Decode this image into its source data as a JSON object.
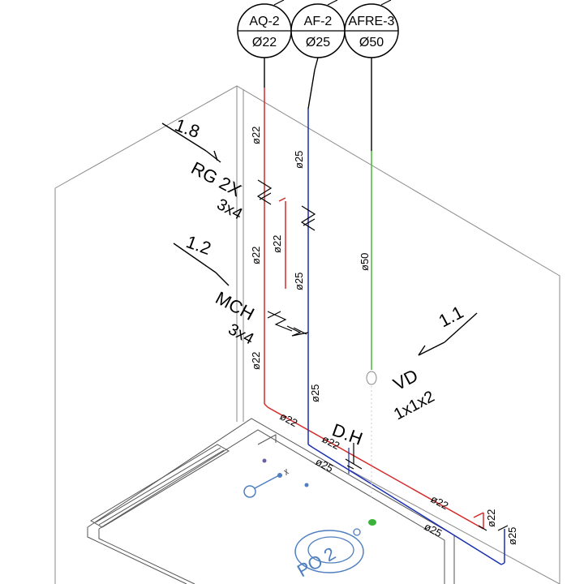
{
  "colors": {
    "hot": "#d42a2a",
    "cold": "#1a2fb0",
    "vent": "#4cc23a",
    "wall": "#8a8a8a",
    "fixture": "#4f7fbf",
    "ink": "#000000"
  },
  "columns": [
    {
      "name": "AQ-2",
      "diameter": "Ø22",
      "color": "hot"
    },
    {
      "name": "AF-2",
      "diameter": "Ø25",
      "color": "cold"
    },
    {
      "name": "AFRE-3",
      "diameter": "Ø50",
      "color": "vent"
    }
  ],
  "fixtures": {
    "rg": {
      "ref": "1.8",
      "name": "RG 2X",
      "size": "3x4"
    },
    "mch": {
      "ref": "1.2",
      "name": "MCH",
      "size": "3x4"
    },
    "vd": {
      "ref": "1.1",
      "name": "VD",
      "size": "1x1x2"
    },
    "dh": {
      "name": "D.H"
    }
  },
  "pipe_labels": {
    "hot_riser_top": "ø22",
    "hot_riser_mid": "ø22",
    "hot_riser_low": "ø22",
    "hot_branch": "ø22",
    "cold_riser_top": "ø25",
    "cold_riser_mid": "ø25",
    "cold_riser_low": "ø25",
    "vent_riser": "ø50",
    "hot_horizontal_1": "ø22",
    "hot_horizontal_2": "ø22",
    "hot_horizontal_3": "ø22",
    "cold_horizontal_1": "ø25",
    "cold_horizontal_2": "ø25",
    "cold_end_riser": "ø25",
    "hot_end_riser": "ø22"
  },
  "room_label": "PO 2"
}
